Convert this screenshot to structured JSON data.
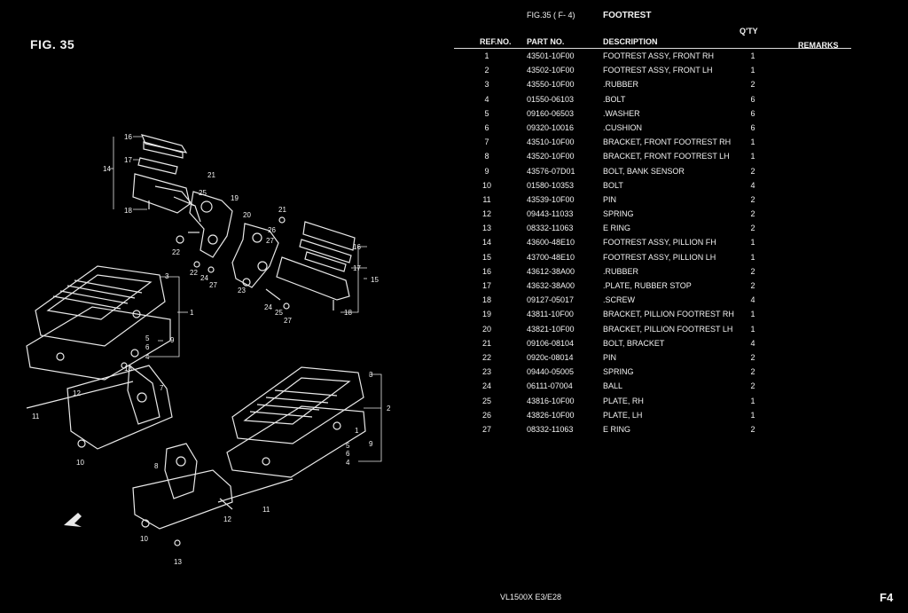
{
  "figure": {
    "title": "FIG. 35",
    "header_fig": "FIG.35 ( F- 4)",
    "header_name": "FOOTREST"
  },
  "table": {
    "col_ref": "REF.NO.",
    "col_part": "PART NO.",
    "col_desc": "DESCRIPTION",
    "col_qty": "Q'TY",
    "col_remarks": "REMARKS",
    "rows": [
      {
        "ref": "1",
        "part": "43501-10F00",
        "desc": "FOOTREST ASSY, FRONT RH",
        "qty": "1"
      },
      {
        "ref": "2",
        "part": "43502-10F00",
        "desc": "FOOTREST ASSY, FRONT LH",
        "qty": "1"
      },
      {
        "ref": "3",
        "part": "43550-10F00",
        "desc": ".RUBBER",
        "qty": "2"
      },
      {
        "ref": "4",
        "part": "01550-06103",
        "desc": ".BOLT",
        "qty": "6"
      },
      {
        "ref": "5",
        "part": "09160-06503",
        "desc": ".WASHER",
        "qty": "6"
      },
      {
        "ref": "6",
        "part": "09320-10016",
        "desc": ".CUSHION",
        "qty": "6"
      },
      {
        "ref": "7",
        "part": "43510-10F00",
        "desc": "BRACKET, FRONT FOOTREST RH",
        "qty": "1"
      },
      {
        "ref": "8",
        "part": "43520-10F00",
        "desc": "BRACKET, FRONT FOOTREST LH",
        "qty": "1"
      },
      {
        "ref": "9",
        "part": "43576-07D01",
        "desc": "BOLT, BANK SENSOR",
        "qty": "2"
      },
      {
        "ref": "10",
        "part": "01580-10353",
        "desc": "BOLT",
        "qty": "4"
      },
      {
        "ref": "11",
        "part": "43539-10F00",
        "desc": "PIN",
        "qty": "2"
      },
      {
        "ref": "12",
        "part": "09443-11033",
        "desc": "SPRING",
        "qty": "2"
      },
      {
        "ref": "13",
        "part": "08332-11063",
        "desc": "E RING",
        "qty": "2"
      },
      {
        "ref": "14",
        "part": "43600-48E10",
        "desc": "FOOTREST ASSY, PILLION FH",
        "qty": "1"
      },
      {
        "ref": "15",
        "part": "43700-48E10",
        "desc": "FOOTREST ASSY, PILLION LH",
        "qty": "1"
      },
      {
        "ref": "16",
        "part": "43612-38A00",
        "desc": ".RUBBER",
        "qty": "2"
      },
      {
        "ref": "17",
        "part": "43632-38A00",
        "desc": ".PLATE, RUBBER STOP",
        "qty": "2"
      },
      {
        "ref": "18",
        "part": "09127-05017",
        "desc": ".SCREW",
        "qty": "4"
      },
      {
        "ref": "19",
        "part": "43811-10F00",
        "desc": "BRACKET, PILLION FOOTREST RH",
        "qty": "1"
      },
      {
        "ref": "20",
        "part": "43821-10F00",
        "desc": "BRACKET, PILLION FOOTREST LH",
        "qty": "1"
      },
      {
        "ref": "21",
        "part": "09106-08104",
        "desc": "BOLT, BRACKET",
        "qty": "4"
      },
      {
        "ref": "22",
        "part": "0920c-08014",
        "desc": "PIN",
        "qty": "2"
      },
      {
        "ref": "23",
        "part": "09440-05005",
        "desc": "SPRING",
        "qty": "2"
      },
      {
        "ref": "24",
        "part": "06111-07004",
        "desc": "BALL",
        "qty": "2"
      },
      {
        "ref": "25",
        "part": "43816-10F00",
        "desc": "PLATE, RH",
        "qty": "1"
      },
      {
        "ref": "26",
        "part": "43826-10F00",
        "desc": "PLATE, LH",
        "qty": "1"
      },
      {
        "ref": "27",
        "part": "08332-11063",
        "desc": "E RING",
        "qty": "2"
      }
    ]
  },
  "diagram_labels": [
    "1",
    "2",
    "3",
    "3",
    "4",
    "4",
    "5",
    "5",
    "6",
    "6",
    "7",
    "8",
    "9",
    "9",
    "10",
    "10",
    "11",
    "11",
    "12",
    "12",
    "13",
    "13",
    "13",
    "14",
    "15",
    "16",
    "16",
    "17",
    "17",
    "18",
    "19",
    "20",
    "21",
    "21",
    "22",
    "22",
    "23",
    "24",
    "24",
    "25",
    "26",
    "27",
    "27"
  ],
  "footer": {
    "model": "VL1500X  E3/E28",
    "page": "F4"
  }
}
